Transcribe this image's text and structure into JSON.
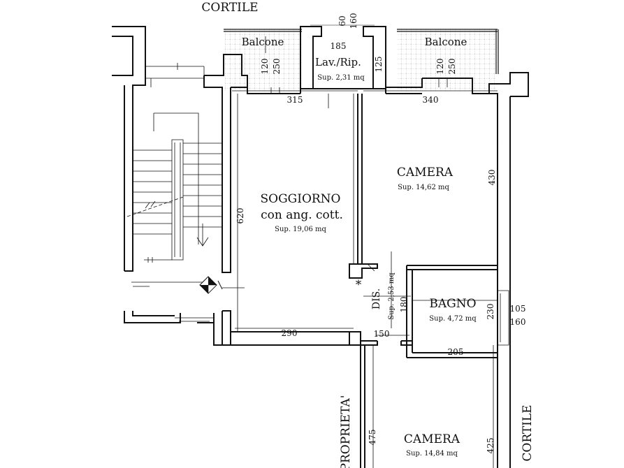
{
  "outside": {
    "cortile_top": "CORTILE",
    "cortile_right": "CORTILE",
    "proprieta": "PROPRIETA'"
  },
  "rooms": {
    "balcone_left": "Balcone",
    "balcone_right": "Balcone",
    "lavanderia": {
      "name": "Lav./Rip.",
      "area": "Sup. 2,31 mq"
    },
    "soggiorno": {
      "name": "SOGGIORNO",
      "name2": "con ang. cott.",
      "area": "Sup. 19,06 mq"
    },
    "camera_top": {
      "name": "CAMERA",
      "area": "Sup. 14,62 mq"
    },
    "disimpegno": {
      "name": "DIS.",
      "area": "Sup. 2,53 mq"
    },
    "bagno": {
      "name": "BAGNO",
      "area": "Sup. 4,72 mq"
    },
    "camera_bottom": {
      "name": "CAMERA",
      "area": "Sup. 14,84 mq"
    },
    "asterisk": "*"
  },
  "dimensions": {
    "d60": "60",
    "d160_top": "160",
    "d185": "185",
    "d125": "125",
    "d120_left": "120",
    "d250_left": "250",
    "d120_right": "120",
    "d250_right": "250",
    "d315": "315",
    "d340": "340",
    "d430": "430",
    "d620": "620",
    "d290": "290",
    "d180": "180",
    "d150": "150",
    "d230": "230",
    "d105": "105",
    "d160_right": "160",
    "d205": "205",
    "d475": "475",
    "d425": "425"
  }
}
